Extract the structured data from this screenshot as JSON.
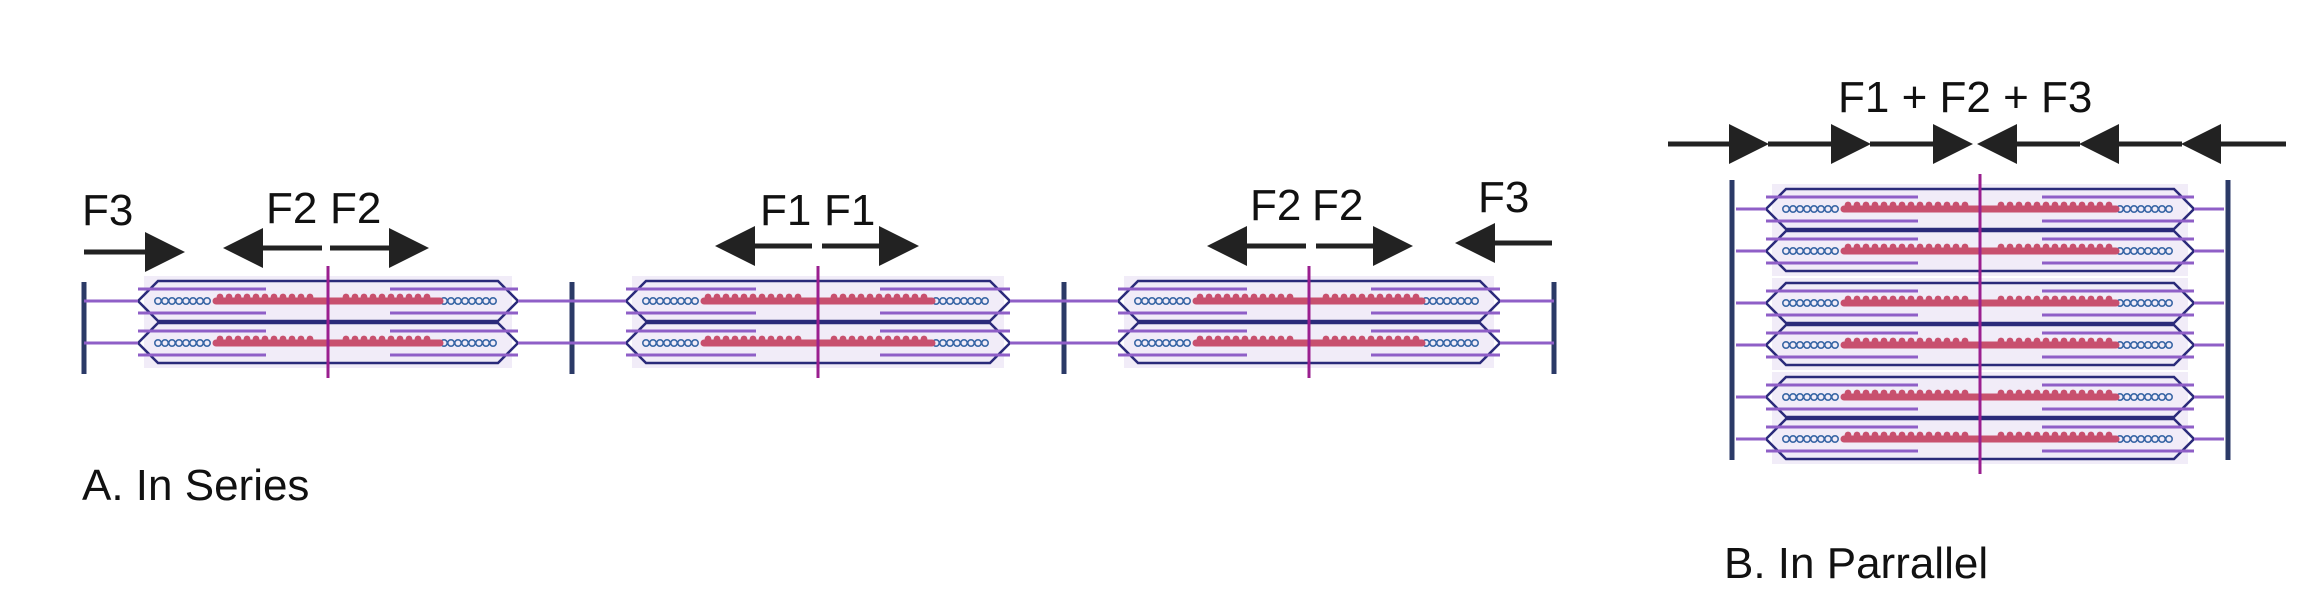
{
  "series": {
    "caption": "A. In Series",
    "arrow_labels": [
      "F3",
      "F2",
      "F2",
      "F1",
      "F1",
      "F2",
      "F2",
      "F3"
    ]
  },
  "parallel": {
    "caption": "B. In Parrallel",
    "force_label": "F1 + F2 + F3"
  },
  "colors": {
    "zline": "#2b3a67",
    "thick_filament": "#c8506e",
    "thin_filament": "#8f5fc7",
    "titin": "#3a67a6",
    "mline": "#9a1f8f",
    "hexagon": "#2a2a7a",
    "arrow": "#222222",
    "box": "#e8e0f3"
  }
}
